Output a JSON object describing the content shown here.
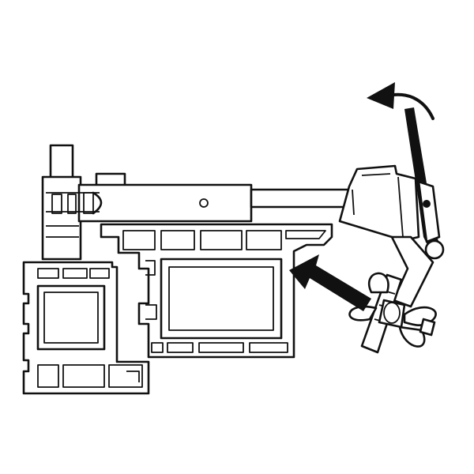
{
  "diagram": {
    "parts": [
      "window-frame-profile",
      "sash-profile",
      "clamping-tool",
      "wing-nut",
      "lever-arm"
    ],
    "arrows": [
      "rotate-counterclockwise-arrow-icon",
      "push-left-arrow-icon"
    ],
    "colors": {
      "line": "#111111",
      "background": "#ffffff"
    }
  }
}
